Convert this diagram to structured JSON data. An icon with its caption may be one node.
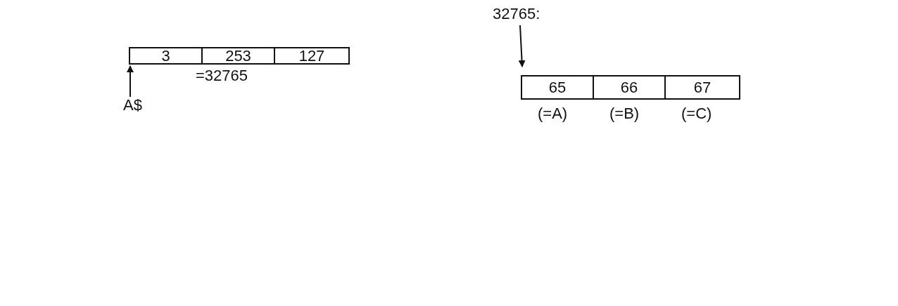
{
  "diagram": {
    "nodes": [
      {
        "text": [
          "3"
        ]
      },
      {
        "text": [
          "253"
        ]
      },
      {
        "text": [
          "127"
        ]
      },
      {
        "text": [
          "A$"
        ]
      },
      {
        "text": [
          "32765:"
        ]
      },
      {
        "text": [
          "65"
        ],
        "beside": [
          "(=A)"
        ]
      },
      {
        "text": [
          "66"
        ],
        "beside": [
          "(=B)"
        ]
      },
      {
        "text": [
          "67"
        ],
        "beside": [
          "(=C)"
        ]
      }
    ],
    "edges": [
      {
        "from": 3,
        "to": 0,
        "arrow": "to"
      },
      {
        "from": 4,
        "to": 5,
        "arrow": "to"
      }
    ],
    "labels": [
      "=32765"
    ]
  }
}
